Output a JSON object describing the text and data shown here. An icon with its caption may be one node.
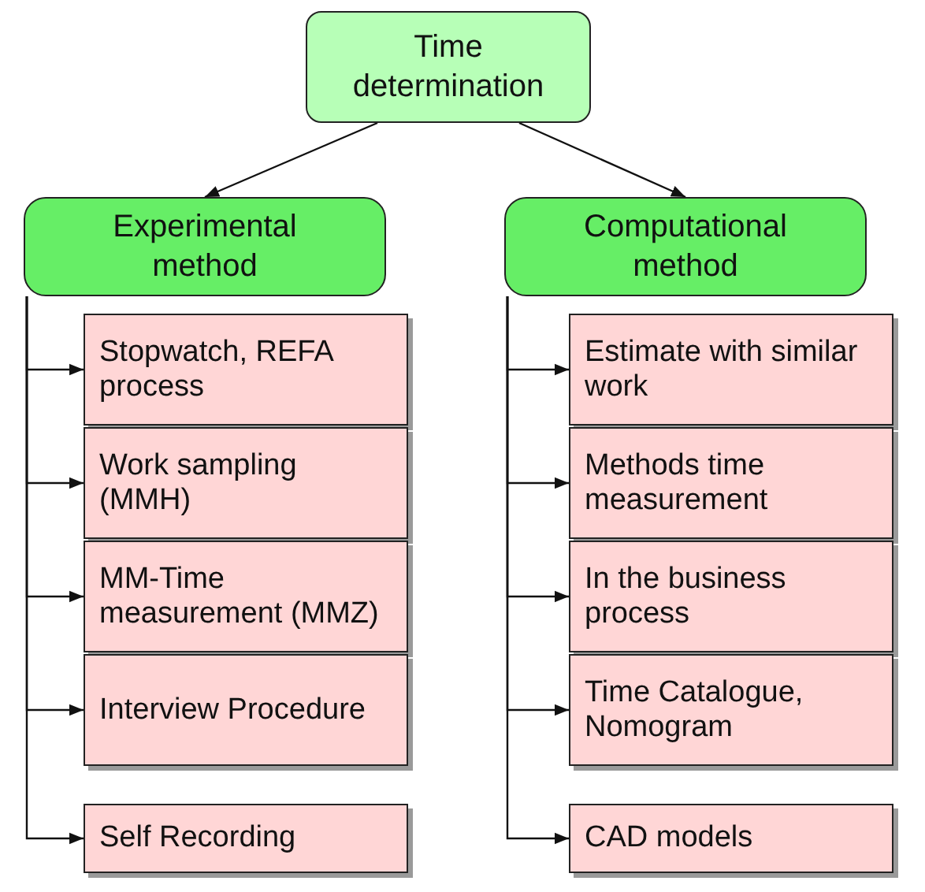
{
  "diagram": {
    "nodes": [
      {
        "text": [
          "Time determination"
        ]
      },
      {
        "text": [
          "Experimental method"
        ]
      },
      {
        "text": [
          "Computational method"
        ]
      },
      {
        "text": [
          "Stopwatch, REFA process"
        ]
      },
      {
        "text": [
          "Work sampling (MMH)"
        ]
      },
      {
        "text": [
          "MM-Time measurement (MMZ)"
        ]
      },
      {
        "text": [
          "Interview Procedure"
        ]
      },
      {
        "text": [
          "Self Recording"
        ]
      },
      {
        "text": [
          "Estimate with similar work"
        ]
      },
      {
        "text": [
          "Methods time measurement"
        ]
      },
      {
        "text": [
          "In the business process"
        ]
      },
      {
        "text": [
          "Time Catalogue, Nomogram"
        ]
      },
      {
        "text": [
          "CAD models"
        ]
      }
    ],
    "edges": [
      {
        "from": 0,
        "to": 1,
        "arrow": "to"
      },
      {
        "from": 0,
        "to": 2,
        "arrow": "to"
      },
      {
        "from": 1,
        "to": 3,
        "arrow": "to"
      },
      {
        "from": 1,
        "to": 4,
        "arrow": "to"
      },
      {
        "from": 1,
        "to": 5,
        "arrow": "to"
      },
      {
        "from": 1,
        "to": 6,
        "arrow": "to"
      },
      {
        "from": 1,
        "to": 7,
        "arrow": "to"
      },
      {
        "from": 2,
        "to": 8,
        "arrow": "to"
      },
      {
        "from": 2,
        "to": 9,
        "arrow": "to"
      },
      {
        "from": 2,
        "to": 10,
        "arrow": "to"
      },
      {
        "from": 2,
        "to": 11,
        "arrow": "to"
      },
      {
        "from": 2,
        "to": 12,
        "arrow": "to"
      }
    ]
  }
}
